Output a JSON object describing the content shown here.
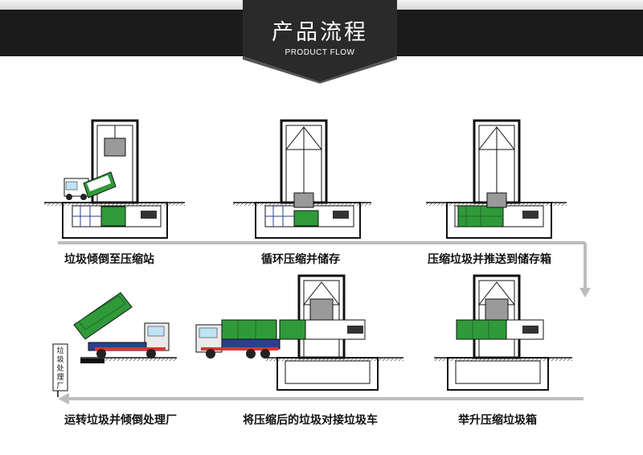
{
  "header": {
    "title": "产品流程",
    "subtitle": "PRODUCT FLOW"
  },
  "steps": [
    {
      "label": "垃圾倾倒至压缩站"
    },
    {
      "label": "循环压缩并储存"
    },
    {
      "label": "压缩垃圾并推送到储存箱"
    },
    {
      "label": "举升压缩垃圾箱"
    },
    {
      "label": "将压缩后的垃圾对接垃圾车"
    },
    {
      "label": "运转垃圾并倾倒处理厂"
    }
  ],
  "sign": {
    "text": "垃圾处理厂"
  },
  "colors": {
    "band": "#1b1b1b",
    "banner": "#2a2a2a",
    "green": "#2f9a3a",
    "blue": "#2b3f8f",
    "arrow": "#bdbdbd",
    "ground": "#111111"
  }
}
